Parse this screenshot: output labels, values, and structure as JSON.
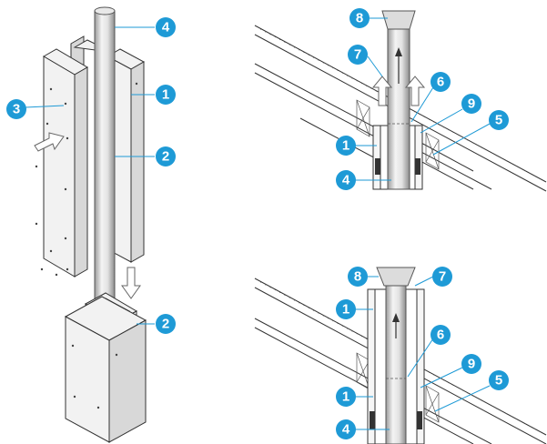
{
  "callouts": {
    "left": [
      {
        "id": "l-4",
        "label": "4"
      },
      {
        "id": "l-1",
        "label": "1"
      },
      {
        "id": "l-3",
        "label": "3"
      },
      {
        "id": "l-2a",
        "label": "2"
      },
      {
        "id": "l-2b",
        "label": "2"
      }
    ],
    "top_right": [
      {
        "id": "tr-8",
        "label": "8"
      },
      {
        "id": "tr-7",
        "label": "7"
      },
      {
        "id": "tr-6",
        "label": "6"
      },
      {
        "id": "tr-9",
        "label": "9"
      },
      {
        "id": "tr-5",
        "label": "5"
      },
      {
        "id": "tr-1",
        "label": "1"
      },
      {
        "id": "tr-4",
        "label": "4"
      }
    ],
    "bottom_right": [
      {
        "id": "br-8",
        "label": "8"
      },
      {
        "id": "br-7",
        "label": "7"
      },
      {
        "id": "br-1a",
        "label": "1"
      },
      {
        "id": "br-6",
        "label": "6"
      },
      {
        "id": "br-9",
        "label": "9"
      },
      {
        "id": "br-5",
        "label": "5"
      },
      {
        "id": "br-1b",
        "label": "1"
      },
      {
        "id": "br-4",
        "label": "4"
      }
    ]
  },
  "colors": {
    "callout_fill": "#1e9ad6",
    "callout_text": "#ffffff",
    "line_ink": "#333333"
  }
}
